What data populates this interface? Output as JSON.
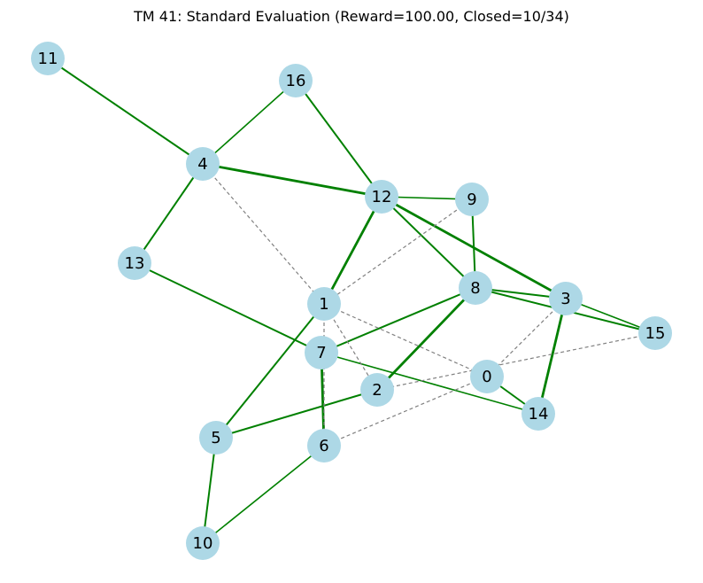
{
  "title": "TM 41: Standard Evaluation (Reward=100.00, Closed=10/34)",
  "colors": {
    "node_fill": "#add8e6",
    "active_edge": "#008000",
    "inactive_edge": "#808080"
  },
  "nodes": [
    {
      "id": "0",
      "label": "0"
    },
    {
      "id": "1",
      "label": "1"
    },
    {
      "id": "2",
      "label": "2"
    },
    {
      "id": "3",
      "label": "3"
    },
    {
      "id": "4",
      "label": "4"
    },
    {
      "id": "5",
      "label": "5"
    },
    {
      "id": "6",
      "label": "6"
    },
    {
      "id": "7",
      "label": "7"
    },
    {
      "id": "8",
      "label": "8"
    },
    {
      "id": "9",
      "label": "9"
    },
    {
      "id": "10",
      "label": "10"
    },
    {
      "id": "11",
      "label": "11"
    },
    {
      "id": "12",
      "label": "12"
    },
    {
      "id": "13",
      "label": "13"
    },
    {
      "id": "14",
      "label": "14"
    },
    {
      "id": "15",
      "label": "15"
    },
    {
      "id": "16",
      "label": "16"
    }
  ],
  "edges": [
    {
      "source": "11",
      "target": "4",
      "status": "open",
      "weight": "normal"
    },
    {
      "source": "16",
      "target": "4",
      "status": "open",
      "weight": "thin"
    },
    {
      "source": "16",
      "target": "12",
      "status": "open",
      "weight": "normal"
    },
    {
      "source": "4",
      "target": "12",
      "status": "open",
      "weight": "thick"
    },
    {
      "source": "4",
      "target": "13",
      "status": "open",
      "weight": "normal"
    },
    {
      "source": "12",
      "target": "9",
      "status": "open",
      "weight": "thin"
    },
    {
      "source": "12",
      "target": "8",
      "status": "open",
      "weight": "normal"
    },
    {
      "source": "12",
      "target": "3",
      "status": "open",
      "weight": "thick"
    },
    {
      "source": "12",
      "target": "1",
      "status": "open",
      "weight": "thick"
    },
    {
      "source": "9",
      "target": "8",
      "status": "open",
      "weight": "normal"
    },
    {
      "source": "8",
      "target": "3",
      "status": "open",
      "weight": "normal"
    },
    {
      "source": "8",
      "target": "15",
      "status": "open",
      "weight": "normal"
    },
    {
      "source": "3",
      "target": "15",
      "status": "open",
      "weight": "thin"
    },
    {
      "source": "3",
      "target": "14",
      "status": "open",
      "weight": "thick"
    },
    {
      "source": "8",
      "target": "7",
      "status": "open",
      "weight": "normal"
    },
    {
      "source": "8",
      "target": "2",
      "status": "open",
      "weight": "thick"
    },
    {
      "source": "13",
      "target": "7",
      "status": "open",
      "weight": "normal"
    },
    {
      "source": "1",
      "target": "5",
      "status": "open",
      "weight": "normal"
    },
    {
      "source": "7",
      "target": "6",
      "status": "open",
      "weight": "thick"
    },
    {
      "source": "7",
      "target": "14",
      "status": "open",
      "weight": "thin"
    },
    {
      "source": "0",
      "target": "14",
      "status": "open",
      "weight": "normal"
    },
    {
      "source": "2",
      "target": "5",
      "status": "open",
      "weight": "normal"
    },
    {
      "source": "5",
      "target": "10",
      "status": "open",
      "weight": "normal"
    },
    {
      "source": "6",
      "target": "10",
      "status": "open",
      "weight": "thin"
    },
    {
      "source": "4",
      "target": "1",
      "status": "closed",
      "weight": "thin"
    },
    {
      "source": "9",
      "target": "1",
      "status": "closed",
      "weight": "thin"
    },
    {
      "source": "1",
      "target": "0",
      "status": "closed",
      "weight": "thin"
    },
    {
      "source": "1",
      "target": "2",
      "status": "closed",
      "weight": "thin"
    },
    {
      "source": "1",
      "target": "6",
      "status": "closed",
      "weight": "thin"
    },
    {
      "source": "3",
      "target": "0",
      "status": "closed",
      "weight": "thin"
    },
    {
      "source": "15",
      "target": "2",
      "status": "closed",
      "weight": "thin"
    },
    {
      "source": "0",
      "target": "6",
      "status": "closed",
      "weight": "thin"
    }
  ]
}
